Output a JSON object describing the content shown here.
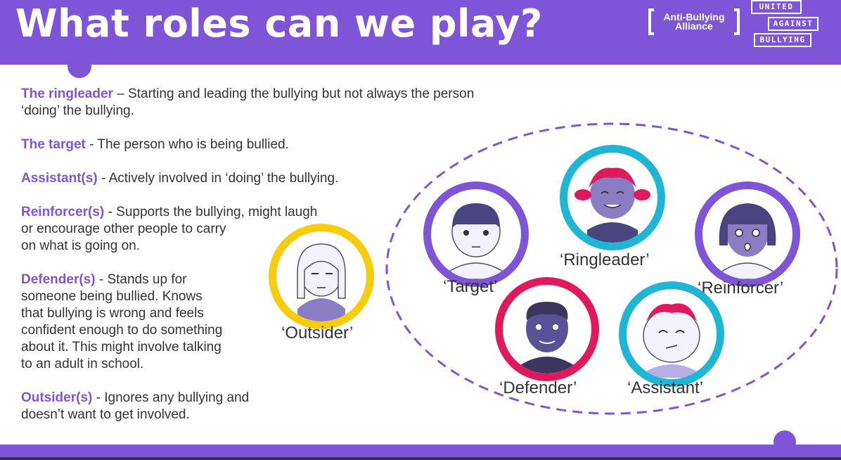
{
  "header": {
    "title": "What roles can we play?",
    "logo_abal_line1": "Anti-Bullying",
    "logo_abal_line2": "Alliance",
    "logo_uab_line1": "UNITED",
    "logo_uab_line2": "AGAINST",
    "logo_uab_line3": "BULLYING"
  },
  "colors": {
    "brand_purple": "#7e55d6",
    "ring_purple": "#7e55d6",
    "ring_teal": "#1fb6d5",
    "ring_pink": "#e0195d",
    "ring_yellow": "#f7cc0e"
  },
  "roles": [
    {
      "name": "The ringleader",
      "sep": " – ",
      "line1": "Starting and leading the bullying but not always the person",
      "line2": "‘doing’ the bullying."
    },
    {
      "name": "The target",
      "sep": " - ",
      "line1": "The person who is being bullied."
    },
    {
      "name": "Assistant(s)",
      "sep": " - ",
      "line1": "Actively involved in ‘doing’ the bullying."
    },
    {
      "name": "Reinforcer(s)",
      "sep": " - ",
      "line1": "Supports the bullying, might laugh",
      "line2": "or encourage other people to carry",
      "line3": "on what is going on."
    },
    {
      "name": "Defender(s)",
      "sep": " - ",
      "line1": "Stands up for",
      "line2": "someone being bullied. Knows",
      "line3": "that bullying is wrong and feels",
      "line4": "confident enough to do something",
      "line5": "about it. This might involve talking",
      "line6": "to an adult in school."
    },
    {
      "name": "Outsider(s)",
      "sep": " - ",
      "line1": "Ignores any bullying and",
      "line2": "doesn’t want to get involved."
    }
  ],
  "diagram": {
    "outsider": "‘Outsider’",
    "target": "‘Target’",
    "ringleader": "‘Ringleader’",
    "reinforcer": "‘Reinforcer’",
    "defender": "‘Defender’",
    "assistant": "‘Assistant’"
  }
}
